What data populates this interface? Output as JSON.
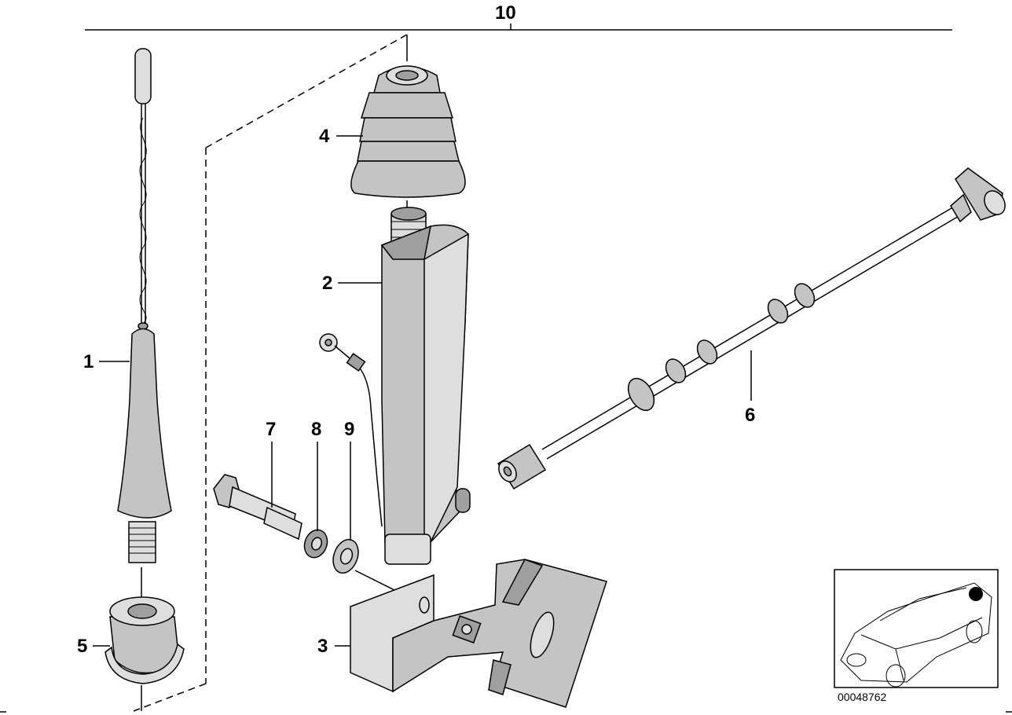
{
  "diagram": {
    "callouts": {
      "c1": "1",
      "c2": "2",
      "c3": "3",
      "c4": "4",
      "c5": "5",
      "c6": "6",
      "c7": "7",
      "c8": "8",
      "c9": "9",
      "c10": "10"
    },
    "image_code": "00048762"
  }
}
